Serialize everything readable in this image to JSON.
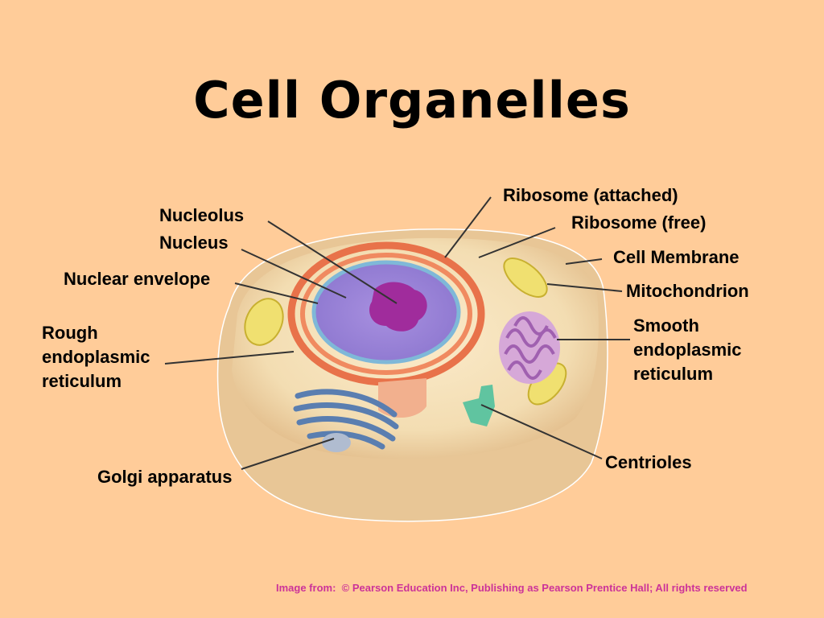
{
  "slide": {
    "title": "Cell Organelles",
    "credit": "Image from:  © Pearson Education Inc, Publishing as Pearson Prentice Hall; All rights reserved",
    "background_color": "#FFCC99",
    "credit_color": "#CC3399"
  },
  "labels": {
    "nucleolus": "Nucleolus",
    "nucleus": "Nucleus",
    "nuclear_envelope": "Nuclear envelope",
    "rough_er": "Rough\nendoplasmic\nreticulum",
    "golgi": "Golgi apparatus",
    "ribosome_attached": "Ribosome (attached)",
    "ribosome_free": "Ribosome (free)",
    "cell_membrane": "Cell Membrane",
    "mitochondrion": "Mitochondrion",
    "smooth_er": "Smooth\nendoplasmic\nreticulum",
    "centrioles": "Centrioles"
  }
}
